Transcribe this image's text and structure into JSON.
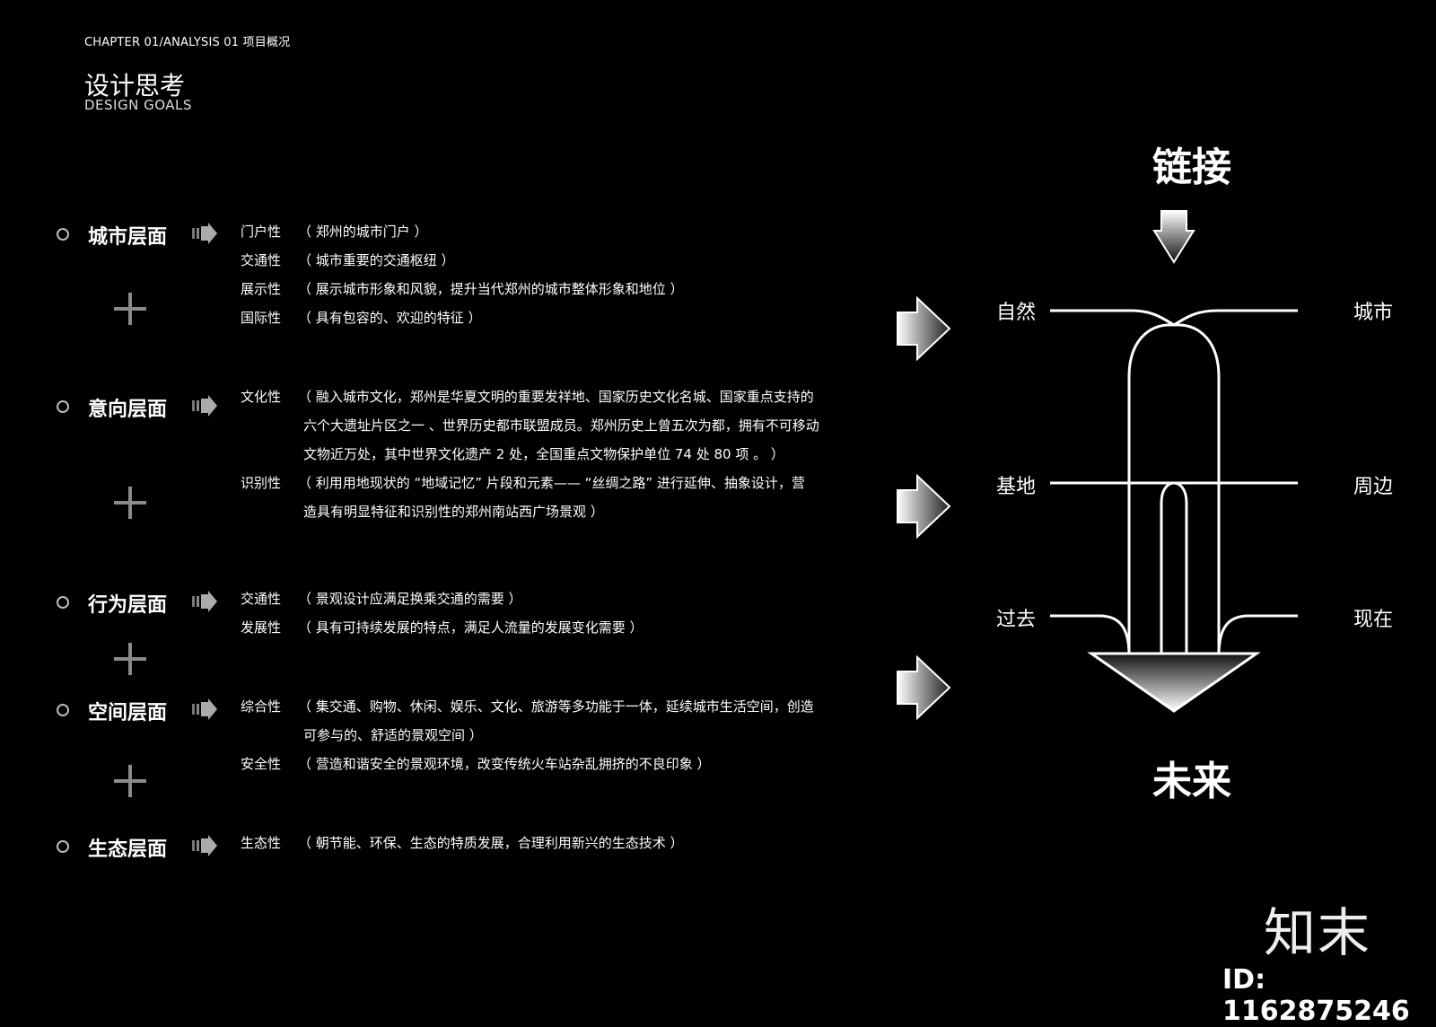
{
  "header": {
    "chapter": "CHAPTER 01/ANALYSIS   01 项目概况",
    "title_cn": "设计思考",
    "title_en": "DESIGN GOALS"
  },
  "levels": [
    {
      "title": "城市层面",
      "attributes": [
        {
          "name": "门户性",
          "desc": "（ 郑州的城市门户 ）"
        },
        {
          "name": "交通性",
          "desc": "（ 城市重要的交通枢纽 ）"
        },
        {
          "name": "展示性",
          "desc": "（ 展示城市形象和风貌，提升当代郑州的城市整体形象和地位 ）"
        },
        {
          "name": "国际性",
          "desc": "（ 具有包容的、欢迎的特征 ）"
        }
      ]
    },
    {
      "title": "意向层面",
      "attributes": [
        {
          "name": "文化性",
          "desc": "（ 融入城市文化，郑州是华夏文明的重要发祥地、国家历史文化名城、国家重点支持的",
          "cont": [
            "六个大遗址片区之一 、世界历史都市联盟成员。郑州历史上曾五次为都，拥有不可移动",
            "文物近万处，其中世界文化遗产 2 处，全国重点文物保护单位 74 处 80 项 。 ）"
          ]
        },
        {
          "name": "识别性",
          "desc": "（ 利用用地现状的 “地域记忆” 片段和元素—— “丝绸之路” 进行延伸、抽象设计，营",
          "cont": [
            "造具有明显特征和识别性的郑州南站西广场景观 ）"
          ]
        }
      ]
    },
    {
      "title": "行为层面",
      "attributes": [
        {
          "name": "交通性",
          "desc": "（ 景观设计应满足换乘交通的需要 ）"
        },
        {
          "name": "发展性",
          "desc": "（ 具有可持续发展的特点，满足人流量的发展变化需要 ）"
        }
      ]
    },
    {
      "title": "空间层面",
      "attributes": [
        {
          "name": "综合性",
          "desc": "（ 集交通、购物、休闲、娱乐、文化、旅游等多功能于一体，延续城市生活空间，创造",
          "cont": [
            "可参与的、舒适的景观空间 ）"
          ]
        },
        {
          "name": "安全性",
          "desc": "（ 营造和谐安全的景观环境，改变传统火车站杂乱拥挤的不良印象 ）"
        }
      ]
    },
    {
      "title": "生态层面",
      "attributes": [
        {
          "name": "生态性",
          "desc": "（ 朝节能、环保、生态的特质发展，合理利用新兴的生态技术 ）"
        }
      ]
    }
  ],
  "diagram": {
    "top": "链接",
    "bottom": "未来",
    "pairs": [
      {
        "left": "自然",
        "right": "城市"
      },
      {
        "left": "基地",
        "right": "周边"
      },
      {
        "left": "过去",
        "right": "现在"
      }
    ]
  },
  "watermark": {
    "logo": "知末",
    "id": "ID: 1162875246"
  }
}
